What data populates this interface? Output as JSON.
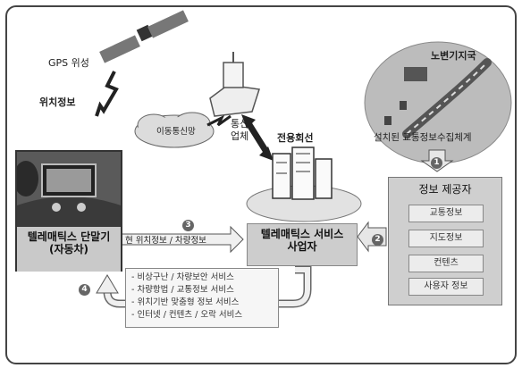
{
  "gps_label": "GPS 위성",
  "position_info_label": "위치정보",
  "mobile_comm_label": "이동통신망",
  "carrier_label": [
    "통신",
    "업체"
  ],
  "dedicated_line_label": "전용회선",
  "roadside_station_label": "노변기지국",
  "traffic_system_label": "설치된 교통정보수집체계",
  "terminal_label": [
    "텔레매틱스 단말기",
    "(자동차)"
  ],
  "service_provider_label": [
    "텔레매틱스 서비스",
    "사업자"
  ],
  "info_provider": {
    "title": "정보 제공자",
    "items": [
      "교통정보",
      "지도정보",
      "컨텐츠",
      "사용자 정보"
    ]
  },
  "terminal_to_provider_label": "현 위치정보 / 차량정보",
  "services": [
    "- 비상구난 / 차량보안 서비스",
    "- 차량항법 / 교통정보 서비스",
    "- 위치기반 맞춤형 정보 서비스",
    "- 인터넷 / 컨텐츠 / 오락 서비스"
  ],
  "step_numbers": [
    "1",
    "2",
    "3",
    "4"
  ]
}
